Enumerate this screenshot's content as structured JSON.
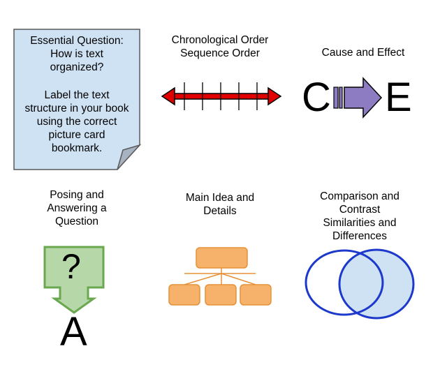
{
  "note": {
    "heading": "Essential Question:\nHow is text\norganized?",
    "body": "Label the text\nstructure in your book\nusing the correct\npicture card\nbookmark."
  },
  "panels": {
    "chronological": {
      "title": "Chronological Order\nSequence Order"
    },
    "cause_effect": {
      "title": "Cause and Effect",
      "cause_letter": "C",
      "effect_letter": "E"
    },
    "question": {
      "title": "Posing and\nAnswering a\nQuestion",
      "question_mark": "?",
      "answer_letter": "A"
    },
    "main_idea": {
      "title": "Main Idea and\nDetails"
    },
    "comparison": {
      "title": "Comparison and\nContrast\nSimilarities and\nDifferences"
    }
  },
  "colors": {
    "note_fill": "#cfe2f3",
    "timeline_red": "#e00000",
    "arrow_purple": "#8e7cc3",
    "green_fill": "#b6d7a8",
    "green_stroke": "#6aa84f",
    "orange_fill": "#f6b26b",
    "orange_stroke": "#e69138",
    "venn_stroke": "#1c39cc",
    "venn_fill": "#cfe2f3"
  }
}
